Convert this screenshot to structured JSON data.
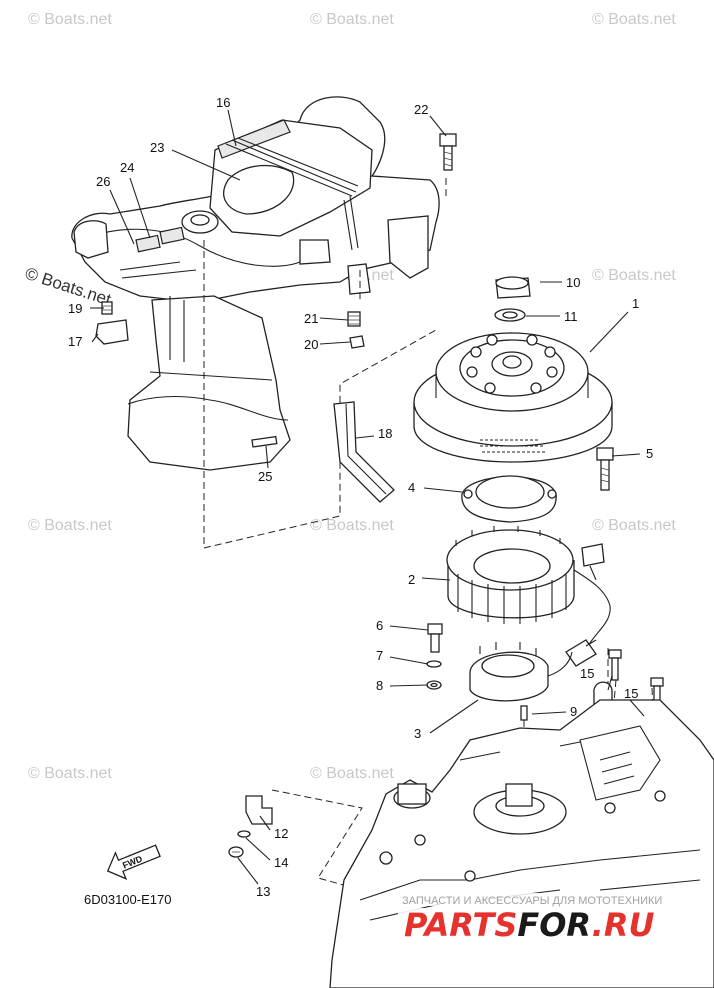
{
  "watermark": "© Boats.net",
  "callouts": {
    "c1": "1",
    "c2": "2",
    "c3": "3",
    "c4": "4",
    "c5": "5",
    "c6": "6",
    "c7": "7",
    "c8": "8",
    "c9": "9",
    "c10": "10",
    "c11": "11",
    "c12": "12",
    "c13": "13",
    "c14": "14",
    "c15a": "15",
    "c15b": "15",
    "c16": "16",
    "c17": "17",
    "c18": "18",
    "c19": "19",
    "c20": "20",
    "c21": "21",
    "c22": "22",
    "c23": "23",
    "c24": "24",
    "c25": "25",
    "c26": "26"
  },
  "diagram_code": "6D03100-E170",
  "fwd_label": "FWD",
  "branding": {
    "tagline": "ЗАПЧАСТИ И АКСЕССУАРЫ ДЛЯ МОТОТЕХНИКИ",
    "part1": "PARTS",
    "part2": "FOR",
    "part3": ".RU",
    "color_red": "#e5322d",
    "color_dark": "#1a1a1a"
  }
}
